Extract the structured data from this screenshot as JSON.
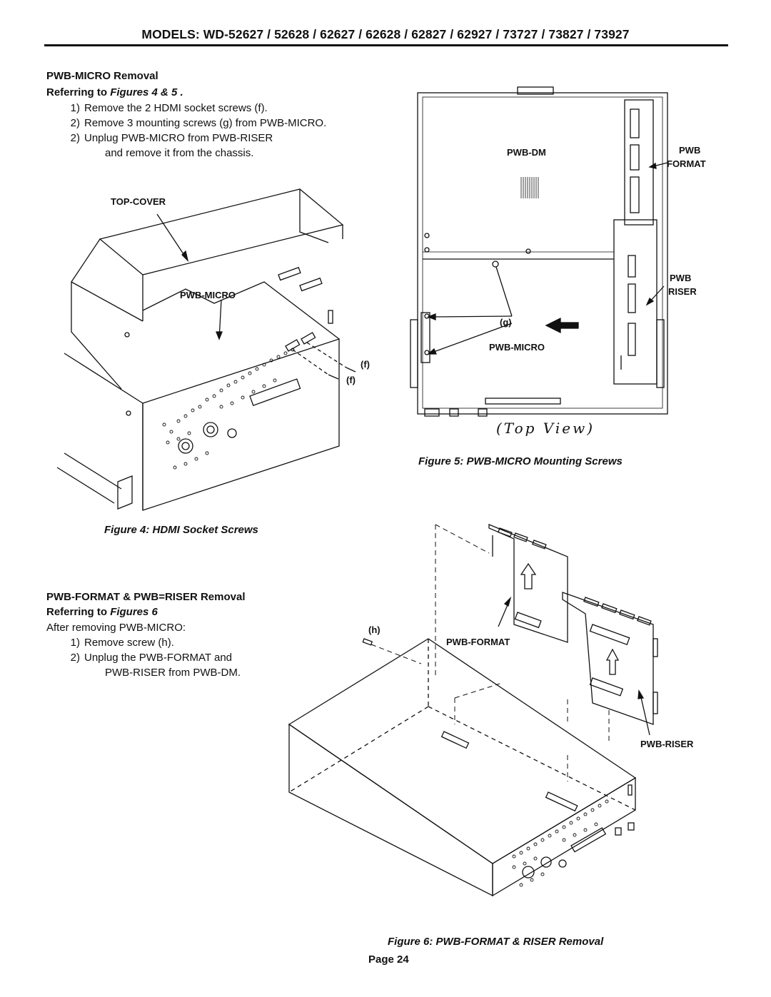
{
  "header": {
    "models": "MODELS: WD-52627 / 52628 / 62627 / 62628 / 62827 / 62927 / 73727 / 73827 / 73927"
  },
  "section1": {
    "title": "PWB-MICRO Removal",
    "ref_prefix": "Referring to ",
    "ref_figs": "Figures 4 & 5 .",
    "steps": [
      {
        "num": "1)",
        "text": "Remove the 2 HDMI socket screws (f)."
      },
      {
        "num": "2)",
        "text": "Remove 3  mounting screws (g) from PWB-MICRO."
      },
      {
        "num": "2)",
        "text": "Unplug PWB-MICRO from PWB-RISER"
      }
    ],
    "continuation": "and remove it from the chassis."
  },
  "figure4": {
    "labels": {
      "top_cover": "TOP-COVER",
      "pwb_micro": "PWB-MICRO",
      "f1": "(f)",
      "f2": "(f)"
    },
    "caption": "Figure 4: HDMI Socket Screws"
  },
  "figure5": {
    "labels": {
      "pwb_dm": "PWB-DM",
      "pwb_format_1": "PWB",
      "pwb_format_2": "FORMAT",
      "pwb_riser_1": "PWB",
      "pwb_riser_2": "RISER",
      "g": "(g)",
      "pwb_micro": "PWB-MICRO",
      "top_view": "(Top View)"
    },
    "caption": "Figure 5: PWB-MICRO Mounting Screws"
  },
  "section2": {
    "title": "PWB-FORMAT & PWB=RISER Removal",
    "ref_prefix": "Referring to ",
    "ref_figs": "Figures 6",
    "intro": "After removing PWB-MICRO:",
    "steps": [
      {
        "num": "1)",
        "text": "Remove screw (h)."
      },
      {
        "num": "2)",
        "text": "Unplug the PWB-FORMAT and"
      }
    ],
    "continuation": "PWB-RISER from PWB-DM."
  },
  "figure6": {
    "labels": {
      "h": "(h)",
      "pwb_format": "PWB-FORMAT",
      "pwb_riser": "PWB-RISER"
    },
    "caption": "Figure 6: PWB-FORMAT & RISER Removal"
  },
  "footer": {
    "page": "Page 24"
  }
}
